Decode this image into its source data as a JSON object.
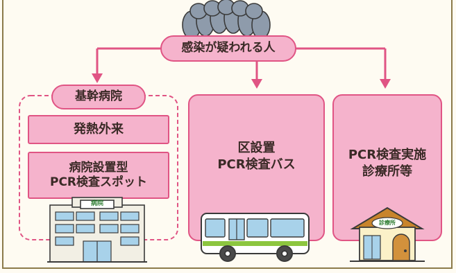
{
  "diagram": {
    "source_node": "感染が疑われる人",
    "hospital_group": {
      "title": "基幹病院",
      "items": [
        "発熱外来",
        "病院設置型\nPCR検査スポット"
      ],
      "building_sign": "病院"
    },
    "bus_node": "区設置\nPCR検査バス",
    "clinic_node": "PCR検査実施\n診療所等",
    "clinic_sign": "診療所"
  },
  "colors": {
    "accent": "#e05484",
    "fill": "#f5b3cc",
    "people": "#8e9bab",
    "frame": "#8b7a4a"
  },
  "icons": [
    "people-group-icon",
    "hospital-building-icon",
    "bus-icon",
    "clinic-house-icon"
  ]
}
